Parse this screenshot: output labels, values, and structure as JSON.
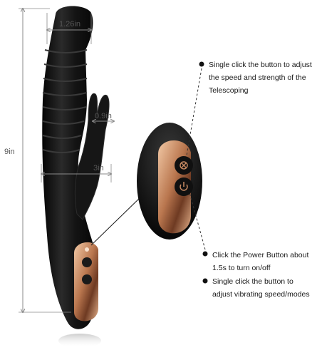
{
  "dimensions": {
    "length": "9in",
    "tip_diameter": "1.26in",
    "ear_width": "0.9in",
    "body_width": "3in"
  },
  "callouts": {
    "telescoping": "Single click the button to adjust the speed and strength of the Telescoping",
    "power": "Click the Power Button about 1.5s to turn on/off",
    "vibration": "Single click the button to adjust vibrating speed/modes"
  },
  "icons": [
    "telescope-button-icon",
    "power-button-icon"
  ],
  "colors": {
    "body": "#161616",
    "panel_gold": "#c98b63",
    "dimension_line": "#8a8a8a",
    "text": "#1a1a1a"
  }
}
